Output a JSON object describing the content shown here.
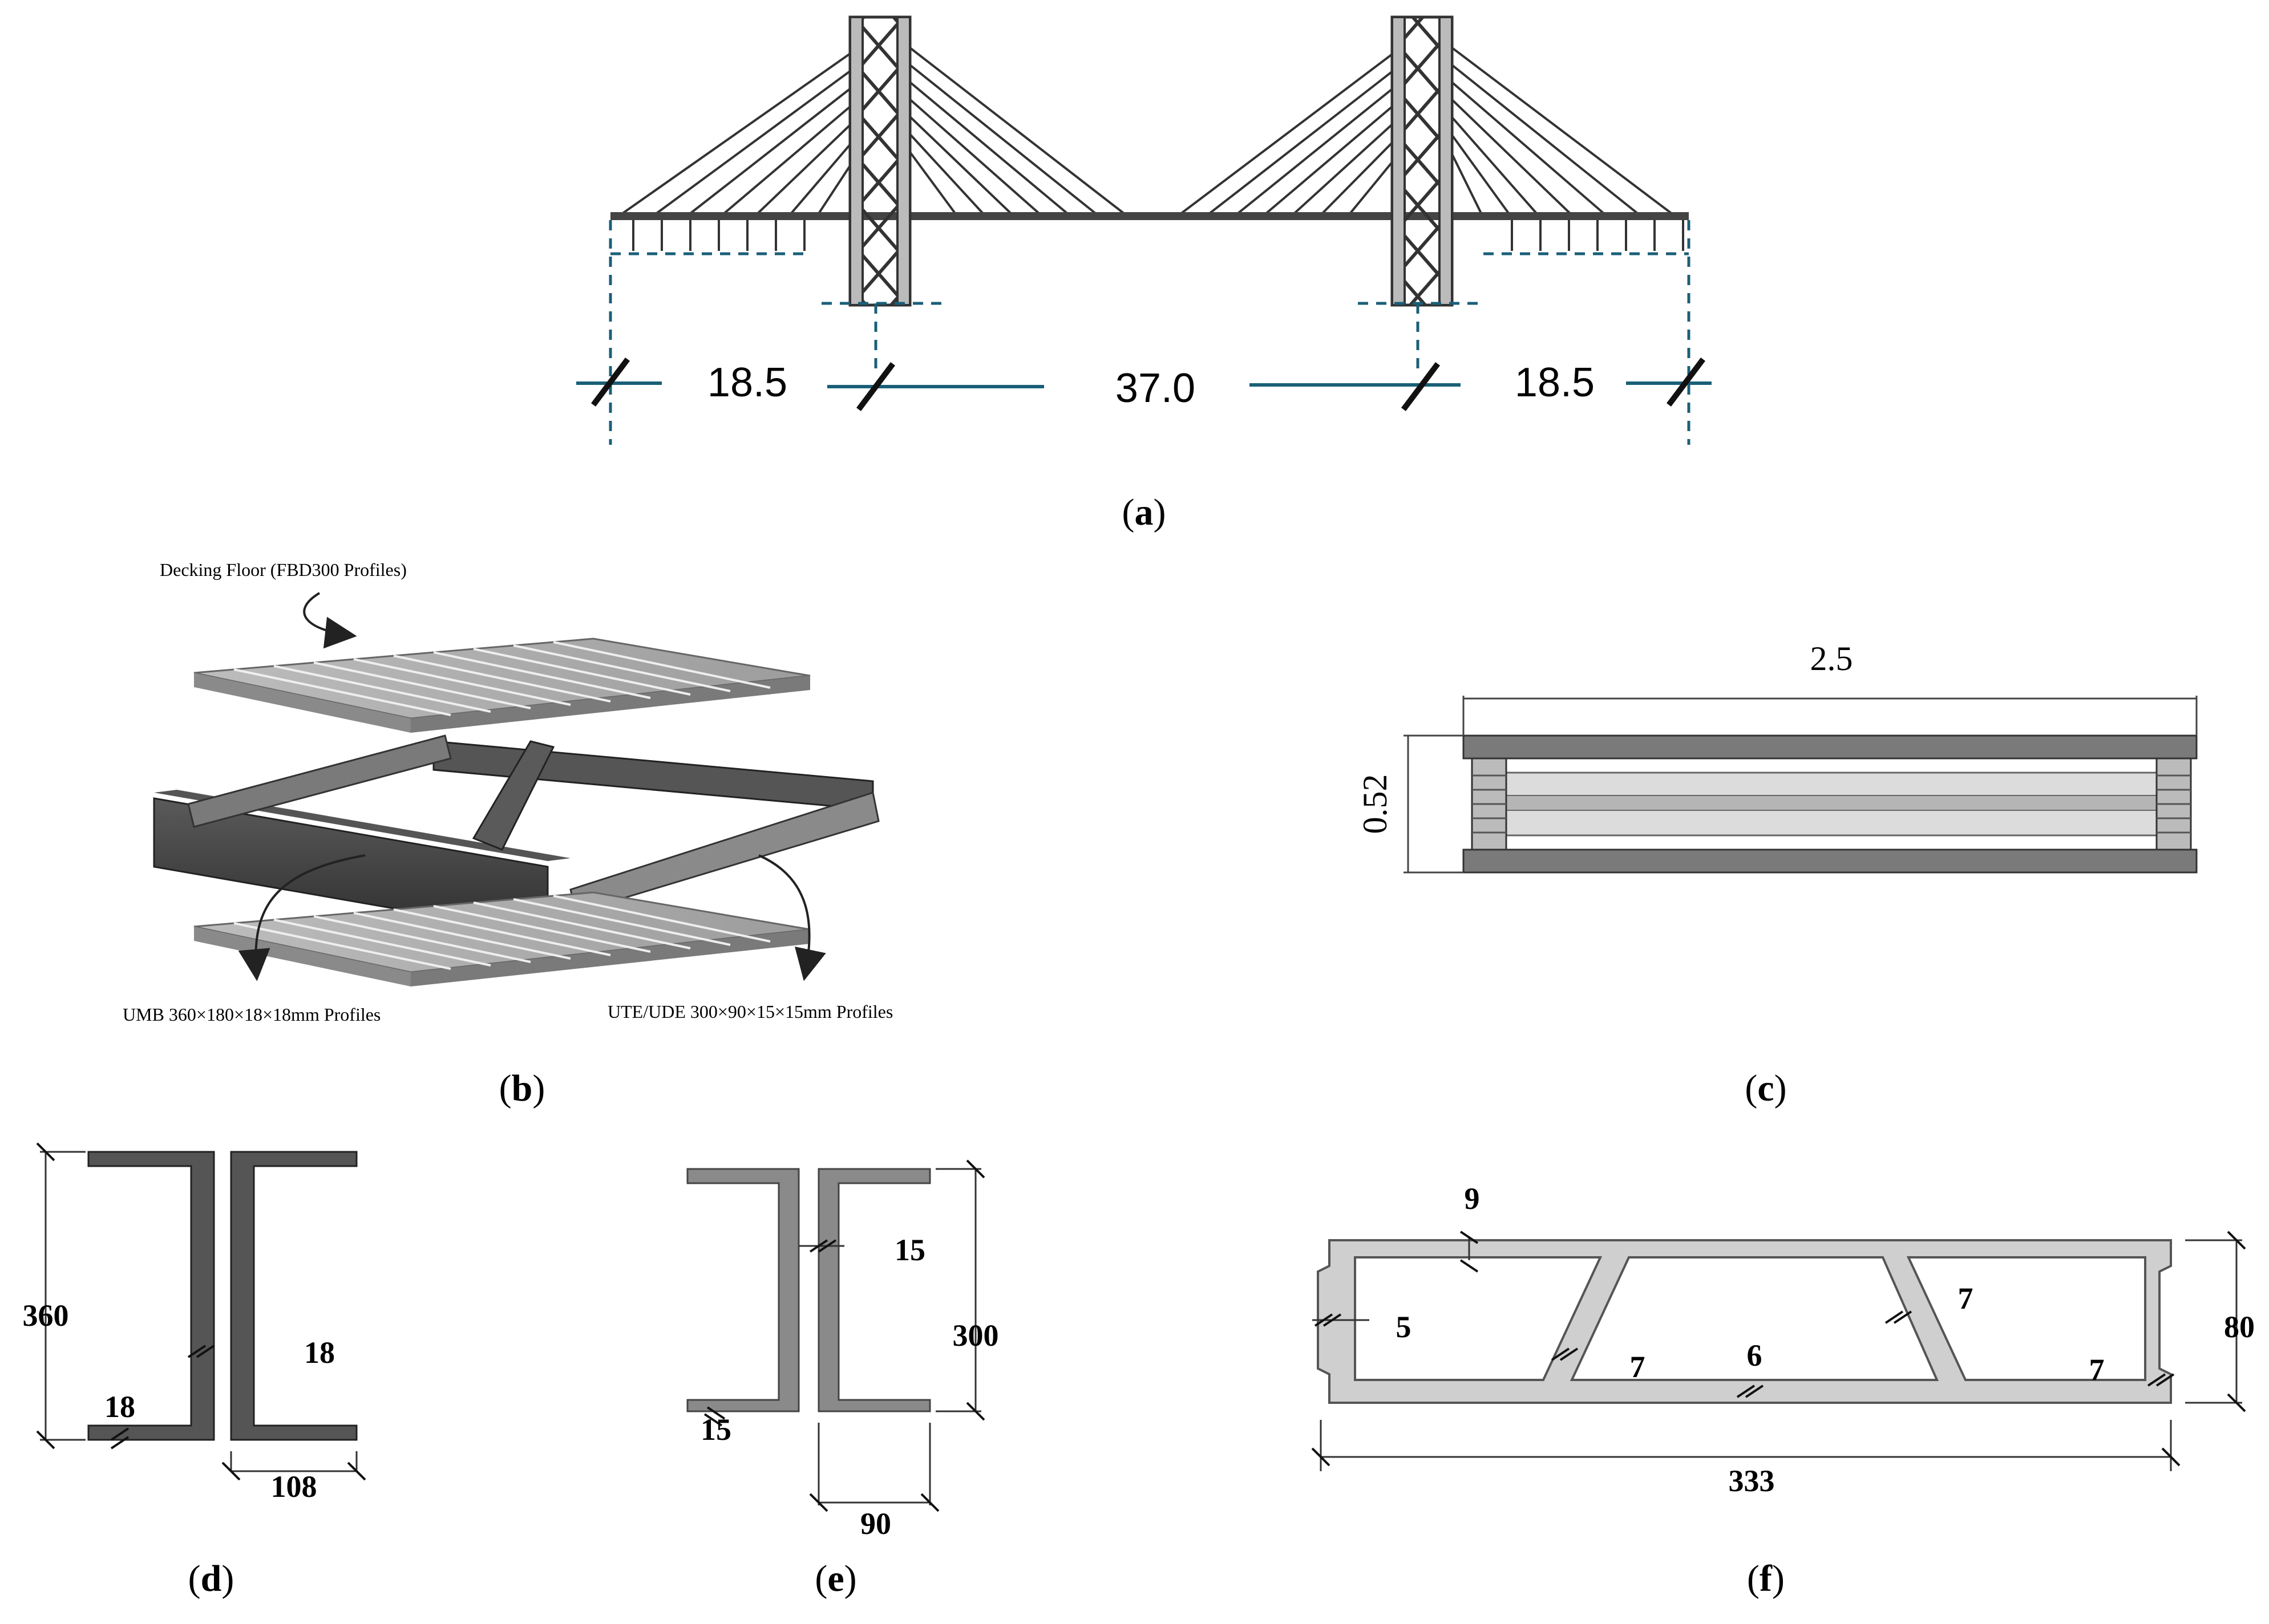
{
  "colors": {
    "dim_blue": "#1a5f78",
    "frp_dark": "#4a4a4a",
    "frp_mid": "#8a8a8a",
    "deck_light": "#cfcfcf",
    "line": "#222222"
  },
  "panel_a": {
    "caption_letter": "a",
    "dims": {
      "left": "18.5",
      "center": "37.0",
      "right": "18.5"
    }
  },
  "panel_b": {
    "caption_letter": "b",
    "label_decking": "Decking Floor (FBD300 Profiles)",
    "label_umb": "UMB 360×180×18×18mm Profiles",
    "label_ute": "UTE/UDE 300×90×15×15mm Profiles"
  },
  "panel_c": {
    "caption_letter": "c",
    "width": "2.5",
    "height": "0.52"
  },
  "panel_d": {
    "caption_letter": "d",
    "height": "360",
    "web": "18",
    "flange": "18",
    "width": "108"
  },
  "panel_e": {
    "caption_letter": "e",
    "web": "15",
    "height": "300",
    "flange": "15",
    "width": "90"
  },
  "panel_f": {
    "caption_letter": "f",
    "top": "9",
    "outer_web": "5",
    "diag_left": "7",
    "bottom": "6",
    "diag_right": "7",
    "right_web": "7",
    "height": "80",
    "width": "333"
  }
}
